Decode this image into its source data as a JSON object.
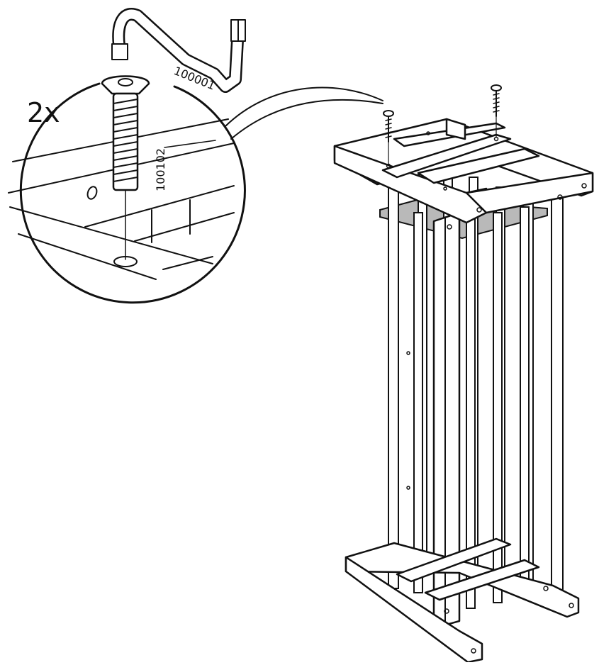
{
  "instruction": {
    "quantity_label": "2x",
    "parts": [
      {
        "part_number": "100001",
        "kind": "allen-key"
      },
      {
        "part_number": "100102",
        "kind": "flat-head-screw"
      }
    ]
  },
  "colors": {
    "line": "#111111",
    "panel": "#b9b9b9",
    "background": "#ffffff"
  }
}
